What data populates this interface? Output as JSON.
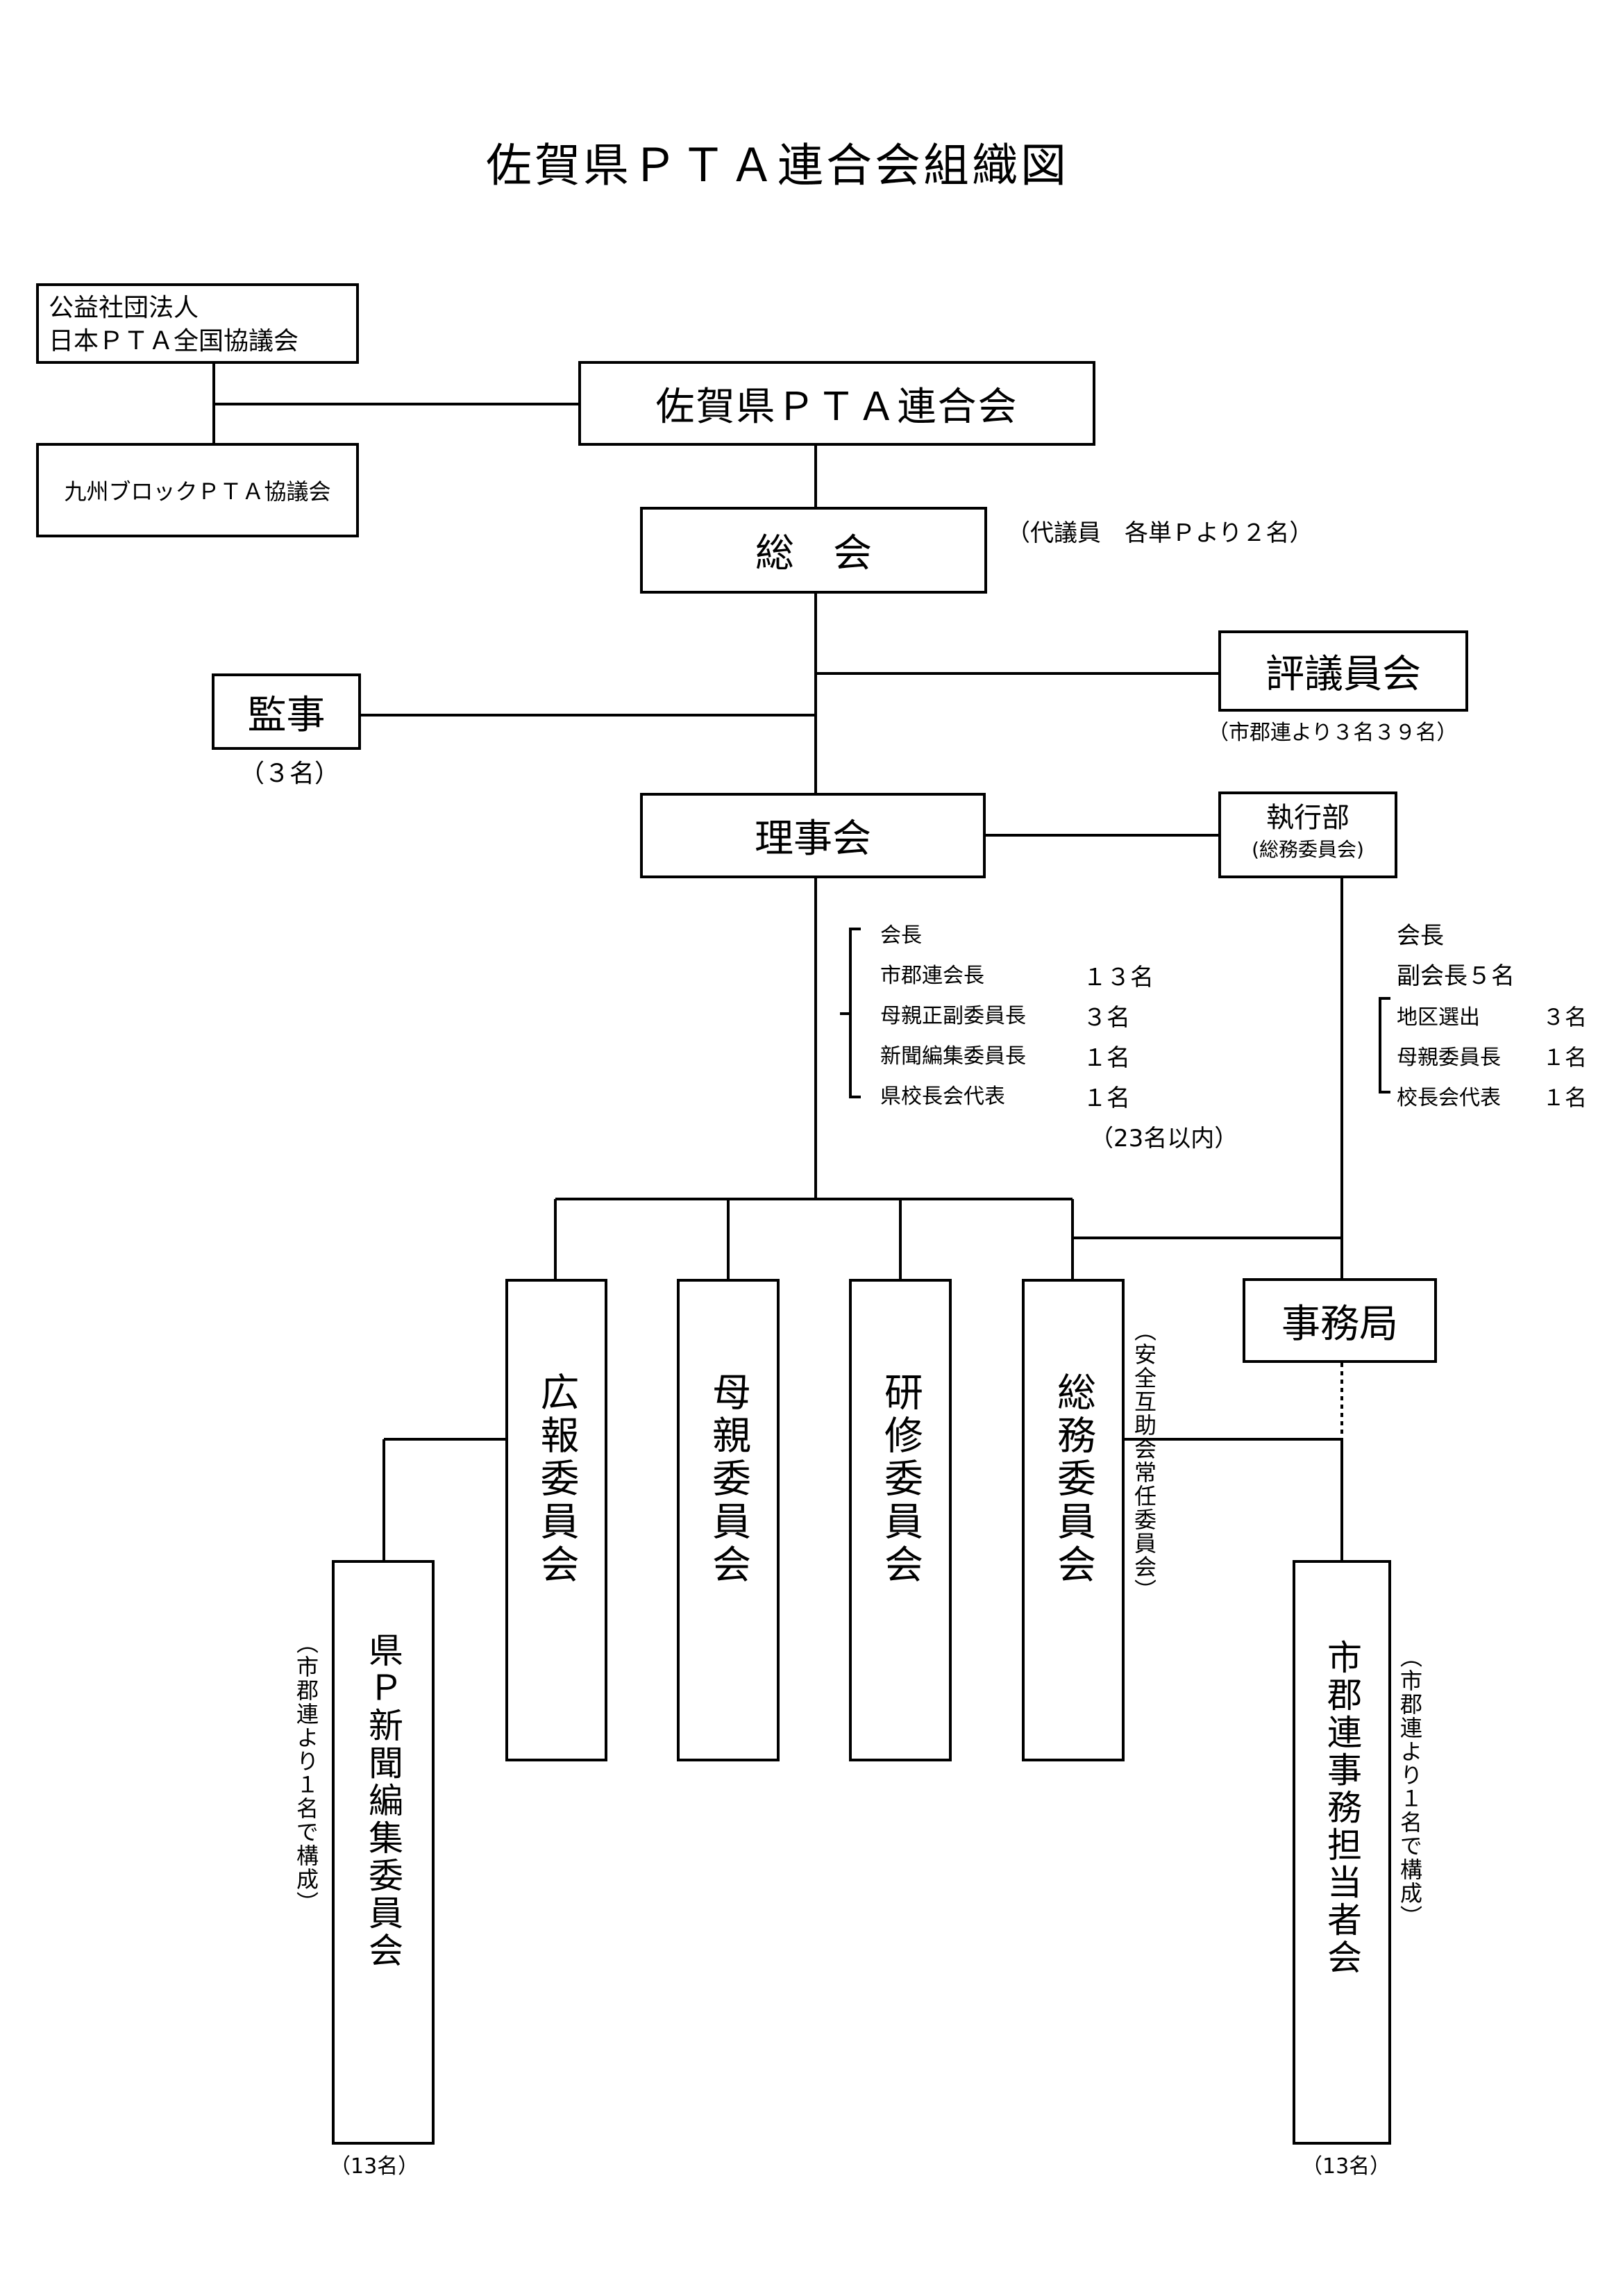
{
  "title": "佐賀県ＰＴＡ連合会組織図",
  "nodes": {
    "jpta_line1": "公益社団法人",
    "jpta_line2": "日本ＰＴＡ全国協議会",
    "kyushu": "九州ブロックＰＴＡ協議会",
    "saga_pta": "佐賀県ＰＴＡ連合会",
    "soukai": "総　会",
    "soukai_note": "（代議員　各単Ｐより２名）",
    "kanji": "監事",
    "kanji_note": "（３名）",
    "hyogiin": "評議員会",
    "hyogiin_note": "（市郡連より３名３９名）",
    "rijikai": "理事会",
    "shikkoubu": "執行部",
    "shikkoubu_sub": "(総務委員会)",
    "jimukyoku": "事務局",
    "kouhou": "広報委員会",
    "hahaoya": "母親委員会",
    "kenshu": "研修委員会",
    "soumu": "総務委員会",
    "soumu_note": "（安全互助会常任委員会）",
    "kenp": "県Ｐ新聞編集委員会",
    "kenp_note": "（市郡連より１名で構成）",
    "kenp_count": "（13名）",
    "shigun": "市郡連事務担当者会",
    "shigun_note": "（市郡連より１名で構成）",
    "shigun_count": "（13名）"
  },
  "riji_members": {
    "rows": [
      {
        "label": "会長",
        "count": ""
      },
      {
        "label": "市郡連会長",
        "count": "１３名"
      },
      {
        "label": "母親正副委員長",
        "count": "３名"
      },
      {
        "label": "新聞編集委員長",
        "count": "１名"
      },
      {
        "label": "県校長会代表",
        "count": "１名"
      }
    ],
    "total": "（23名以内）"
  },
  "shikko_members": {
    "rows": [
      {
        "label": "会長",
        "count": ""
      },
      {
        "label": "副会長５名",
        "count": ""
      },
      {
        "label": "地区選出",
        "count": "３名"
      },
      {
        "label": "母親委員長",
        "count": "１名"
      },
      {
        "label": "校長会代表",
        "count": "１名"
      }
    ]
  }
}
